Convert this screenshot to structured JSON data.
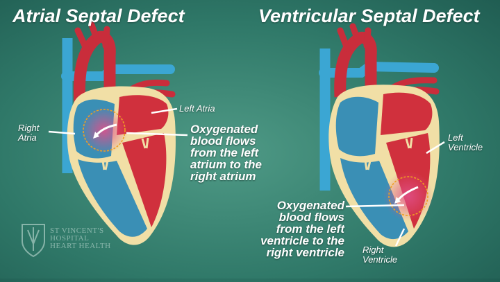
{
  "titles": {
    "left": "Atrial Septal Defect",
    "right": "Ventricular Septal Defect"
  },
  "labels": {
    "left_atria": "Left Atria",
    "right_atria": [
      "Right",
      "Atria"
    ],
    "asd_caption": [
      "Oxygenated",
      "blood flows",
      "from the left",
      "atrium to the",
      "right atrium"
    ],
    "left_ventricle": [
      "Left",
      "Ventricle"
    ],
    "right_ventricle": [
      "Right",
      "Ventricle"
    ],
    "vsd_caption": [
      "Oxygenated",
      "blood flows",
      "from the left",
      "ventricle to the",
      "right ventricle"
    ]
  },
  "logo": {
    "lines": [
      "ST VINCENT'S",
      "HOSPITAL",
      "HEART HEALTH"
    ]
  },
  "colors": {
    "background": "#2f7868",
    "oxygenated_red": "#d0303d",
    "deoxygenated_blue": "#3a8fb5",
    "vessel_blue": "#3ba6d3",
    "heart_wall": "#f1dfa6",
    "defect_ring": "#f0a020"
  }
}
